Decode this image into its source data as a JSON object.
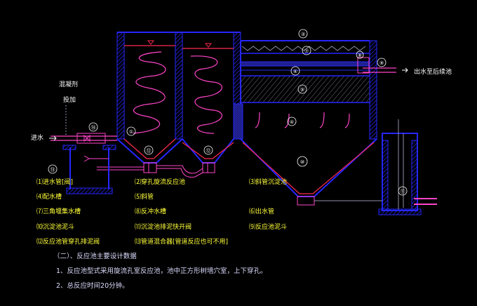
{
  "labels": {
    "additive_1": "混凝剂",
    "additive_2": "投加",
    "inlet": "进水",
    "outlet": "出水至后续池",
    "nums": [
      "①",
      "②",
      "③",
      "④",
      "⑤",
      "⑥",
      "⑦",
      "⑧",
      "⑨",
      "⑩",
      "⑪",
      "⑫",
      "⑬",
      "⑭"
    ]
  },
  "legend": [
    "⑴进水管[阀]",
    "⑷配水槽",
    "⑺三角堰集水槽",
    "⑽沉淀池泥斗",
    "⑿反应池管穿孔排泥阀",
    "⑵穿孔旋流反应池",
    "⑸斜管",
    "⑻反冲水槽",
    "⑾沉淀池排泥快开阀",
    "⒀管道混合器[管道反应也可不用]",
    "⑶斜管沉淀池",
    "⑹出水管",
    "⑼反应池泥斗"
  ],
  "notes": {
    "title": "（二）、反应池主要设计数据",
    "item1": "1、反应池型式采用旋流孔室反应池，池中正方形树墙穴室，上下穿孔。",
    "item2": "2、总反应时间20分钟。"
  },
  "colors": {
    "background": "#000000",
    "wall": "#2626ff",
    "water": "#ff2a4f",
    "pipe": "#ff44c8",
    "text": "#ffffff",
    "highlight": "#ffff3a"
  }
}
